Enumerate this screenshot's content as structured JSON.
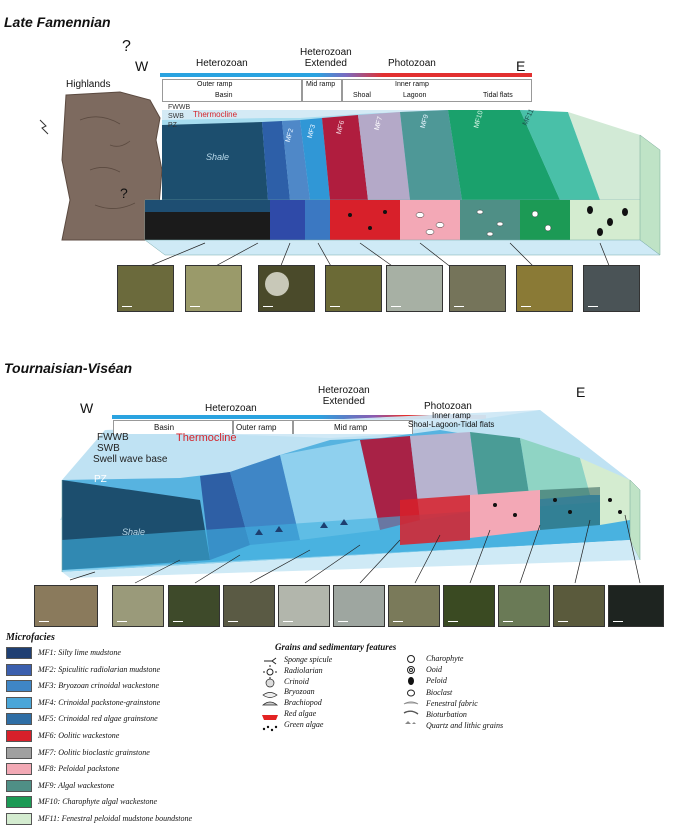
{
  "top": {
    "title": "Late Famennian",
    "question_top": "?",
    "question_mid": "?",
    "west": "W",
    "east": "E",
    "highlands": "Highlands",
    "heterozoan": "Heterozoan",
    "heterozoan_extended": "Heterozoan\nExtended",
    "photozoan": "Photozoan",
    "outer_ramp": "Outer ramp",
    "mid_ramp": "Mid ramp",
    "inner_ramp": "Inner ramp",
    "basin": "Basin",
    "shoal": "Shoal",
    "lagoon": "Lagoon",
    "tidal_flats": "Tidal flats",
    "fwwb": "FWWB",
    "swb": "SWB",
    "pz": "PZ",
    "thermocline": "Thermocline",
    "shale": "Shale",
    "facies_labels": [
      "MF2",
      "MF3",
      "MF6",
      "MF7",
      "MF9",
      "MF10",
      "MF11"
    ]
  },
  "bottom": {
    "title": "Tournaisian-Viséan",
    "west": "W",
    "east": "E",
    "heterozoan": "Heterozoan",
    "heterozoan_extended": "Heterozoan\nExtended",
    "photozoan": "Photozoan",
    "basin": "Basin",
    "outer_ramp": "Outer ramp",
    "mid_ramp": "Mid ramp",
    "inner_ramp": "Inner ramp",
    "shoal_lagoon_tidal": "Shoal-Lagoon-Tidal flats",
    "fwwb": "FWWB",
    "swb": "SWB",
    "swell_wave_base": "Swell wave base",
    "pz": "PZ",
    "thermocline": "Thermocline",
    "shale": "Shale"
  },
  "legend": {
    "microfacies_title": "Microfacies",
    "grains_title": "Grains and sedimentary features",
    "microfacies": [
      {
        "label": "MF1: Silty lime mudstone",
        "color": "#1f3f73"
      },
      {
        "label": "MF2: Spiculitic radiolarian mudstone",
        "color": "#3b5fae"
      },
      {
        "label": "MF3: Bryozoan crinoidal  wackestone",
        "color": "#3f86c6"
      },
      {
        "label": "MF4: Crinoidal packstone-grainstone",
        "color": "#4aa6d8"
      },
      {
        "label": "MF5: Crinoidal red algae grainstone",
        "color": "#2f6ea5"
      },
      {
        "label": "MF6: Oolitic  wackestone",
        "color": "#d8202a"
      },
      {
        "label": "MF7: Oolitic bioclastic grainstone",
        "color": "#a0a0a0"
      },
      {
        "label": "MF8: Peloidal packstone",
        "color": "#f2a9b5"
      },
      {
        "label": "MF9: Algal wackestone",
        "color": "#4f8f86"
      },
      {
        "label": "MF10: Charophyte algal wackestone",
        "color": "#1c9a55"
      },
      {
        "label": "MF11: Fenestral peloidal mudstone boundstone",
        "color": "#d4ecd0"
      }
    ],
    "grains_left": [
      "Sponge spicule",
      "Radiolarian",
      "Crinoid",
      "Bryozoan",
      "Brachiopod",
      "Red algae",
      "Green algae"
    ],
    "grains_right": [
      "Charophyte",
      "Ooid",
      "Peloid",
      "Bioclast",
      "Fenestral fabric",
      "Bioturbation",
      "Quartz and lithic grains"
    ]
  }
}
